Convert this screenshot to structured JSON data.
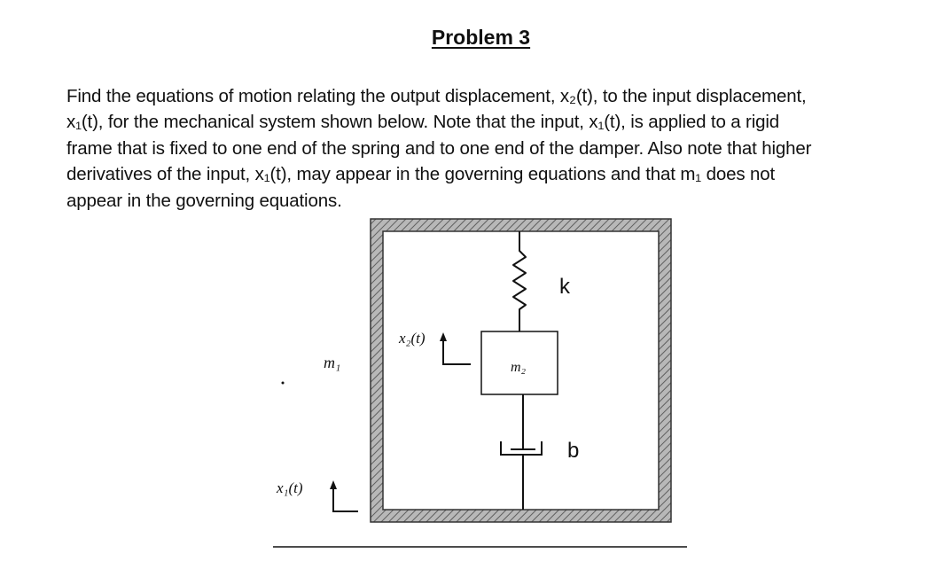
{
  "title": "Problem 3",
  "problem_lines": [
    "Find the equations of motion relating the output displacement, x₂(t), to the input displacement,",
    "x₁(t), for the mechanical system shown below. Note that the input, x₁(t), is applied to a rigid",
    "frame that is fixed to one end of the spring and to one end of the damper. Also note that higher",
    "derivatives of the input, x₁(t), may appear in the governing equations and that m₁ does not",
    "appear in the governing equations."
  ],
  "figure": {
    "spring_label": "k",
    "damper_label": "b",
    "mass1_label": "m₁",
    "mass2_label": "m₂",
    "x1_label": "x₁(t)",
    "x2_label": "x₂(t)",
    "colors": {
      "frame": "#888888",
      "line": "#111111"
    }
  }
}
